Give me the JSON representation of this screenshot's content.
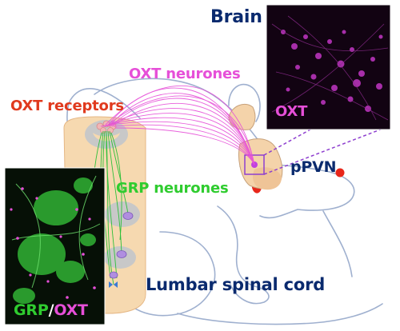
{
  "labels": {
    "brain": "Brain",
    "oxt_neurones": "OXT neurones",
    "oxt_receptors": "OXT receptors",
    "oxt_inset": "OXT",
    "ppvn": "pPVN",
    "grp_neurones": "GRP neurones",
    "lumbar_spinal_cord": "Lumbar spinal cord",
    "inset_grp": "GRP",
    "inset_slash": "/",
    "inset_oxt": "OXT"
  },
  "colors": {
    "navy": "#0a2a6e",
    "magenta": "#e64fd8",
    "red": "#e03a1e",
    "green": "#2fcc2f",
    "outline": "#9fb0cf",
    "cord_fill": "#f6d9b0",
    "grey_matter": "#c6c6c6",
    "brain_fill": "#f4d3aa",
    "dashed_purple": "#8e3fcf",
    "neuron_purple": "#b08ee0",
    "receptor_pink": "#f2b6b6"
  }
}
